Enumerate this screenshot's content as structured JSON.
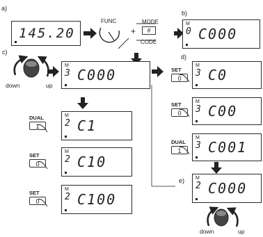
{
  "step_labels": {
    "a": "a)",
    "b": "b)",
    "c": "c)",
    "d": "d)",
    "e": "e)"
  },
  "displays": {
    "a_value": "145.20",
    "b_ch": "0",
    "b_value": "C000",
    "c_ch": "3",
    "c_value": "C000",
    "d1_ch": "3",
    "d1_value": "C0",
    "d2_ch": "3",
    "d2_value": "C00",
    "d3_ch": "3",
    "d3_value": "C001",
    "e_ch": "2",
    "e_value": "C000",
    "l1_ch": "2",
    "l1_value": "C1",
    "l2_ch": "2",
    "l2_value": "C10",
    "l3_ch": "2",
    "l3_value": "C100",
    "m_label": "M"
  },
  "func_label": "FUNC",
  "plus": "+",
  "mode_label": "MODE",
  "mode_key": "#",
  "code_label": "CODE",
  "buttons": {
    "set": "SET",
    "set_key": "0",
    "dual": "DUAL",
    "dual_key": "1"
  },
  "knob": {
    "down": "down",
    "up": "up"
  }
}
